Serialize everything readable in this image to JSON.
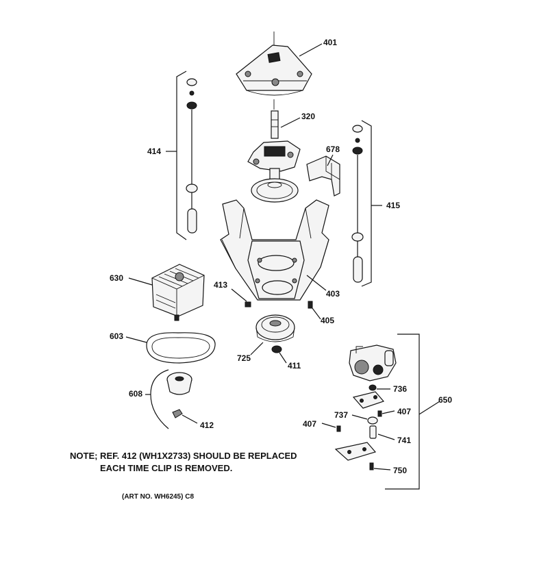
{
  "callouts": {
    "p401": "401",
    "p320": "320",
    "p414": "414",
    "p678": "678",
    "p415": "415",
    "p630": "630",
    "p413": "413",
    "p403": "403",
    "p405": "405",
    "p603": "603",
    "p725": "725",
    "p411": "411",
    "p650": "650",
    "p736": "736",
    "p737": "737",
    "p407a": "407",
    "p407b": "407",
    "p741": "741",
    "p750": "750",
    "p608": "608",
    "p412": "412"
  },
  "note": {
    "line1": "NOTE; REF. 412 (WH1X2733) SHOULD BE REPLACED",
    "line2": "EACH TIME CLIP IS REMOVED."
  },
  "art_number": "(ART NO. WH6245) C8"
}
